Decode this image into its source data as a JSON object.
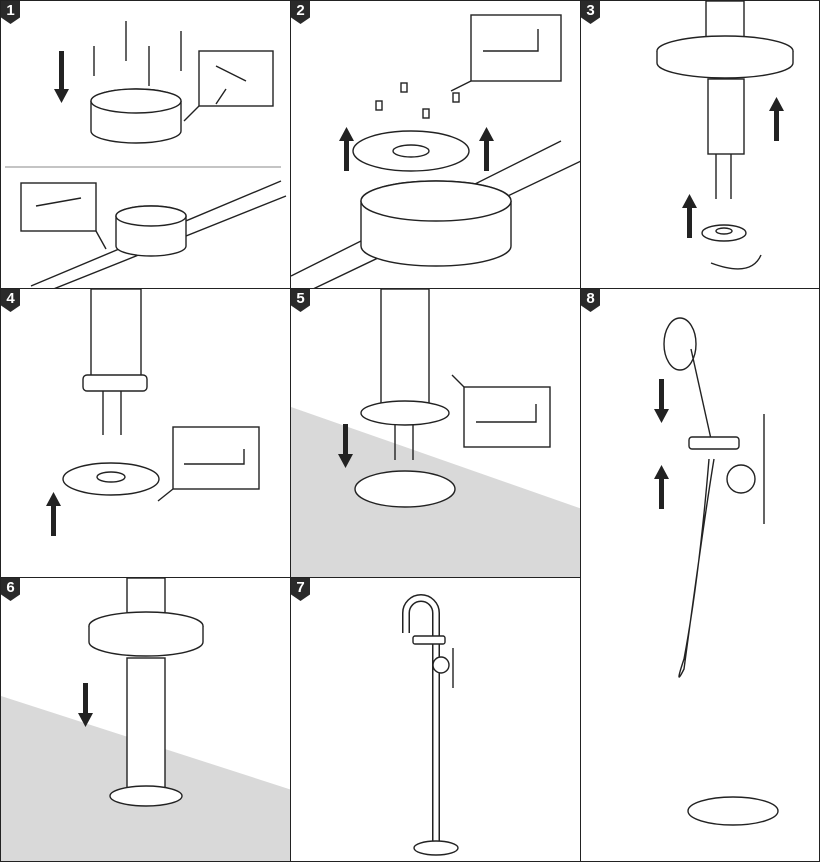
{
  "steps": [
    {
      "number": "1"
    },
    {
      "number": "2"
    },
    {
      "number": "3"
    },
    {
      "number": "4"
    },
    {
      "number": "5"
    },
    {
      "number": "6"
    },
    {
      "number": "7"
    },
    {
      "number": "8"
    }
  ],
  "colors": {
    "line": "#222222",
    "floor": "#d9d9d9",
    "badge": "#2a2a2a"
  }
}
